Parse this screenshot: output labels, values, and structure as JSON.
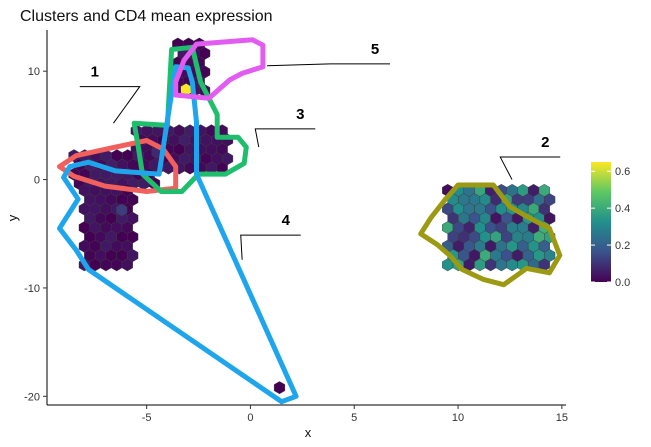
{
  "chart_data": {
    "type": "hexbin",
    "title": "Clusters and CD4 mean expression",
    "xlabel": "x",
    "ylabel": "y",
    "xlim": [
      -9.8,
      15.2
    ],
    "ylim": [
      -20.8,
      13.8
    ],
    "x_ticks": [
      -5,
      0,
      5,
      10,
      15
    ],
    "y_ticks": [
      -20,
      -10,
      0,
      10
    ],
    "colorbar": {
      "range": [
        0,
        0.65
      ],
      "ticks": [
        0.0,
        0.2,
        0.4,
        0.6
      ],
      "tick_labels": [
        "0.0",
        "0.2",
        "0.4",
        "0.6"
      ],
      "colors": [
        "#440154",
        "#3b528b",
        "#21908c",
        "#5dc863",
        "#fde725"
      ],
      "placement": "right"
    },
    "hex_groups": [
      {
        "x": [
          -3.5,
          -2.0
        ],
        "y": [
          8.0,
          12.5
        ],
        "value": 0.02
      },
      {
        "x": [
          -5.5,
          -1.0
        ],
        "y": [
          1.0,
          4.5
        ],
        "value": 0.03
      },
      {
        "x": [
          -8.5,
          -4.5
        ],
        "y": [
          -0.5,
          2.2
        ],
        "value": 0.03
      },
      {
        "x": [
          -8.0,
          -5.5
        ],
        "y": [
          -8.0,
          -1.0
        ],
        "value": 0.02
      },
      {
        "x": [
          9.5,
          14.5
        ],
        "y": [
          -8.0,
          -1.0
        ],
        "value": 0.22
      }
    ],
    "hex_points": [
      {
        "x": -3.1,
        "y": 8.3,
        "value": 0.65
      },
      {
        "x": 1.4,
        "y": -19.2,
        "value": 0.0
      },
      {
        "x": -4.5,
        "y": 2.5,
        "value": 0.08
      },
      {
        "x": -6.2,
        "y": -2.8,
        "value": 0.12
      }
    ],
    "clusters": [
      {
        "label": "1",
        "color": "#f1605d",
        "outline": [
          [
            -9.2,
            1.2
          ],
          [
            -8.4,
            2.2
          ],
          [
            -6.5,
            3.0
          ],
          [
            -5.0,
            3.6
          ],
          [
            -4.2,
            2.8
          ],
          [
            -3.6,
            1.2
          ],
          [
            -3.6,
            -0.8
          ],
          [
            -5.0,
            -1.1
          ],
          [
            -7.0,
            -0.6
          ],
          [
            -8.5,
            0.3
          ]
        ],
        "label_pos": [
          -7.5,
          9.5
        ],
        "anchor": [
          -6.6,
          5.2
        ]
      },
      {
        "label": "2",
        "color": "#9c9a12",
        "outline": [
          [
            8.7,
            -3.5
          ],
          [
            9.4,
            -1.8
          ],
          [
            10.0,
            -0.5
          ],
          [
            11.7,
            -0.5
          ],
          [
            12.5,
            -2.5
          ],
          [
            13.3,
            -3.4
          ],
          [
            14.4,
            -4.5
          ],
          [
            14.9,
            -7.0
          ],
          [
            14.4,
            -8.6
          ],
          [
            13.3,
            -8.2
          ],
          [
            12.2,
            -9.7
          ],
          [
            11.2,
            -9.2
          ],
          [
            10.2,
            -8.3
          ],
          [
            9.6,
            -7.0
          ],
          [
            9.0,
            -6.0
          ],
          [
            8.2,
            -5.0
          ]
        ],
        "label_pos": [
          14.2,
          3.0
        ],
        "anchor": [
          12.6,
          0.0
        ]
      },
      {
        "label": "3",
        "color": "#1fbe6d",
        "outline": [
          [
            -5.6,
            5.2
          ],
          [
            -4.0,
            5.0
          ],
          [
            -3.8,
            12.0
          ],
          [
            -2.8,
            12.2
          ],
          [
            -2.4,
            9.0
          ],
          [
            -1.6,
            6.0
          ],
          [
            -1.6,
            3.9
          ],
          [
            -0.6,
            3.9
          ],
          [
            -0.2,
            3.0
          ],
          [
            -0.3,
            1.5
          ],
          [
            -1.2,
            0.5
          ],
          [
            -2.5,
            0.5
          ],
          [
            -3.3,
            -1.1
          ],
          [
            -4.3,
            -1.1
          ],
          [
            -5.2,
            0.5
          ],
          [
            -5.4,
            3.0
          ]
        ],
        "label_pos": [
          2.4,
          5.6
        ],
        "anchor": [
          0.4,
          3.0
        ]
      },
      {
        "label": "4",
        "color": "#1fa5ec",
        "outline": [
          [
            -8.7,
            1.2
          ],
          [
            -7.8,
            1.6
          ],
          [
            -6.5,
            0.8
          ],
          [
            -4.4,
            0.5
          ],
          [
            -3.6,
            10.4
          ],
          [
            -3.0,
            10.3
          ],
          [
            -2.8,
            9.0
          ],
          [
            -2.6,
            5.3
          ],
          [
            -2.6,
            0.5
          ],
          [
            2.2,
            -20.0
          ],
          [
            1.5,
            -20.5
          ],
          [
            -7.8,
            -8.3
          ],
          [
            -8.4,
            -6.5
          ],
          [
            -9.2,
            -4.5
          ],
          [
            -8.3,
            -1.8
          ],
          [
            -9.0,
            0.2
          ]
        ],
        "label_pos": [
          1.7,
          -4.2
        ],
        "anchor": [
          -0.4,
          -7.4
        ]
      },
      {
        "label": "5",
        "color": "#e25cf2",
        "outline": [
          [
            -3.6,
            9.0
          ],
          [
            -3.2,
            11.0
          ],
          [
            -2.6,
            12.5
          ],
          [
            0.1,
            12.9
          ],
          [
            0.6,
            12.4
          ],
          [
            0.6,
            10.4
          ],
          [
            -0.4,
            9.8
          ],
          [
            -1.0,
            9.2
          ],
          [
            -2.0,
            7.5
          ],
          [
            -3.6,
            7.8
          ]
        ],
        "label_pos": [
          6.0,
          11.6
        ],
        "anchor": [
          0.8,
          10.5
        ]
      }
    ]
  }
}
